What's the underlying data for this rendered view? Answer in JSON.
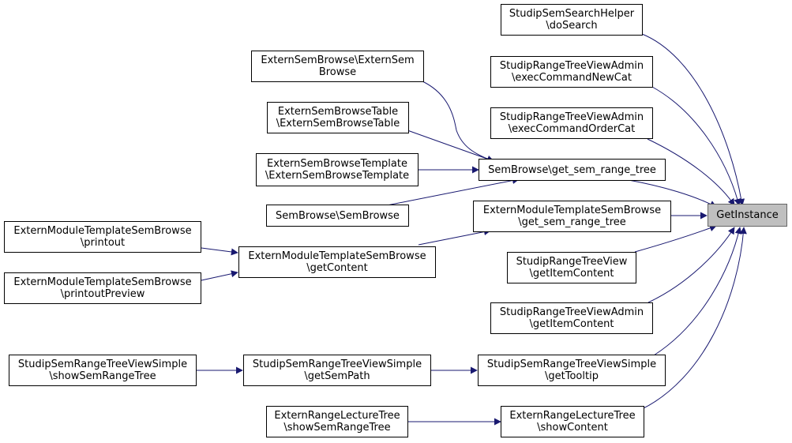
{
  "colors": {
    "edge": "#191970",
    "focus_fill": "#bfbfbf",
    "node_border": "#000000"
  },
  "nodes": {
    "get_instance": {
      "lines": [
        "GetInstance"
      ]
    },
    "do_search": {
      "lines": [
        "StudipSemSearchHelper",
        "\\doSearch"
      ]
    },
    "exec_new_cat": {
      "lines": [
        "StudipRangeTreeViewAdmin",
        "\\execCommandNewCat"
      ]
    },
    "exec_order_cat": {
      "lines": [
        "StudipRangeTreeViewAdmin",
        "\\execCommandOrderCat"
      ]
    },
    "semb_get_tree": {
      "lines": [
        "SemBrowse\\get_sem_range_tree"
      ]
    },
    "emtsb_get_tree": {
      "lines": [
        "ExternModuleTemplateSemBrowse",
        "\\get_sem_range_tree"
      ]
    },
    "srtv_item": {
      "lines": [
        "StudipRangeTreeView",
        "\\getItemContent"
      ]
    },
    "srtva_item": {
      "lines": [
        "StudipRangeTreeViewAdmin",
        "\\getItemContent"
      ]
    },
    "srtvs_tooltip": {
      "lines": [
        "StudipSemRangeTreeViewSimple",
        "\\getTooltip"
      ]
    },
    "erlt_show_content": {
      "lines": [
        "ExternRangeLectureTree",
        "\\showContent"
      ]
    },
    "esb_esb": {
      "lines": [
        "ExternSemBrowse\\ExternSem",
        "Browse"
      ]
    },
    "esbtable": {
      "lines": [
        "ExternSemBrowseTable",
        "\\ExternSemBrowseTable"
      ]
    },
    "esbtemplate": {
      "lines": [
        "ExternSemBrowseTemplate",
        "\\ExternSemBrowseTemplate"
      ]
    },
    "semb_semb": {
      "lines": [
        "SemBrowse\\SemBrowse"
      ]
    },
    "emtsb_getcontent": {
      "lines": [
        "ExternModuleTemplateSemBrowse",
        "\\getContent"
      ]
    },
    "srtvs_getsempath": {
      "lines": [
        "StudipSemRangeTreeViewSimple",
        "\\getSemPath"
      ]
    },
    "erlt_showsemrange": {
      "lines": [
        "ExternRangeLectureTree",
        "\\showSemRangeTree"
      ]
    },
    "emtsb_printout": {
      "lines": [
        "ExternModuleTemplateSemBrowse",
        "\\printout"
      ]
    },
    "emtsb_printpreview": {
      "lines": [
        "ExternModuleTemplateSemBrowse",
        "\\printoutPreview"
      ]
    },
    "srtvs_showsemrange": {
      "lines": [
        "StudipSemRangeTreeViewSimple",
        "\\showSemRangeTree"
      ]
    }
  }
}
